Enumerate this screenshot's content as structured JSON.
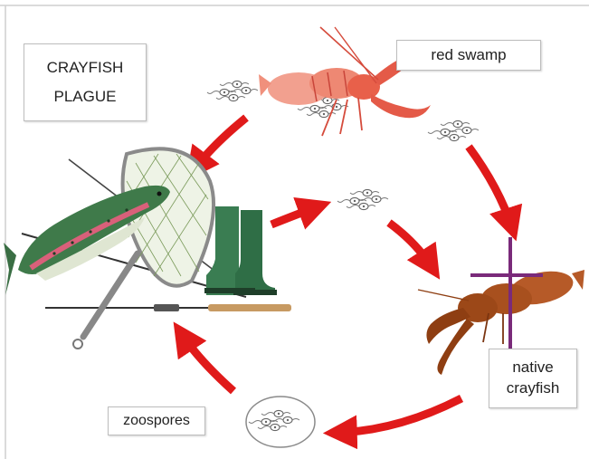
{
  "title": {
    "line1": "CRAYFISH",
    "line2": "PLAGUE"
  },
  "labels": {
    "red_swamp": "red swamp",
    "native_crayfish_line1": "native",
    "native_crayfish_line2": "crayfish",
    "zoospores": "zoospores"
  },
  "colors": {
    "arrow": "#e01a1a",
    "cross": "#7a2a7a",
    "red_swamp_crayfish": "#e8604a",
    "native_crayfish": "#a8501e",
    "boots": "#2f6e46",
    "net_frame": "#8a8a8a",
    "trout_back": "#3f7a4a",
    "trout_stripe": "#d9607a"
  },
  "icons": [
    "zoospore-cluster-icon",
    "red-swamp-crayfish-icon",
    "native-crayfish-icon",
    "trout-icon",
    "landing-net-icon",
    "rubber-boots-icon",
    "fishing-rod-icon",
    "cross-out-icon"
  ]
}
